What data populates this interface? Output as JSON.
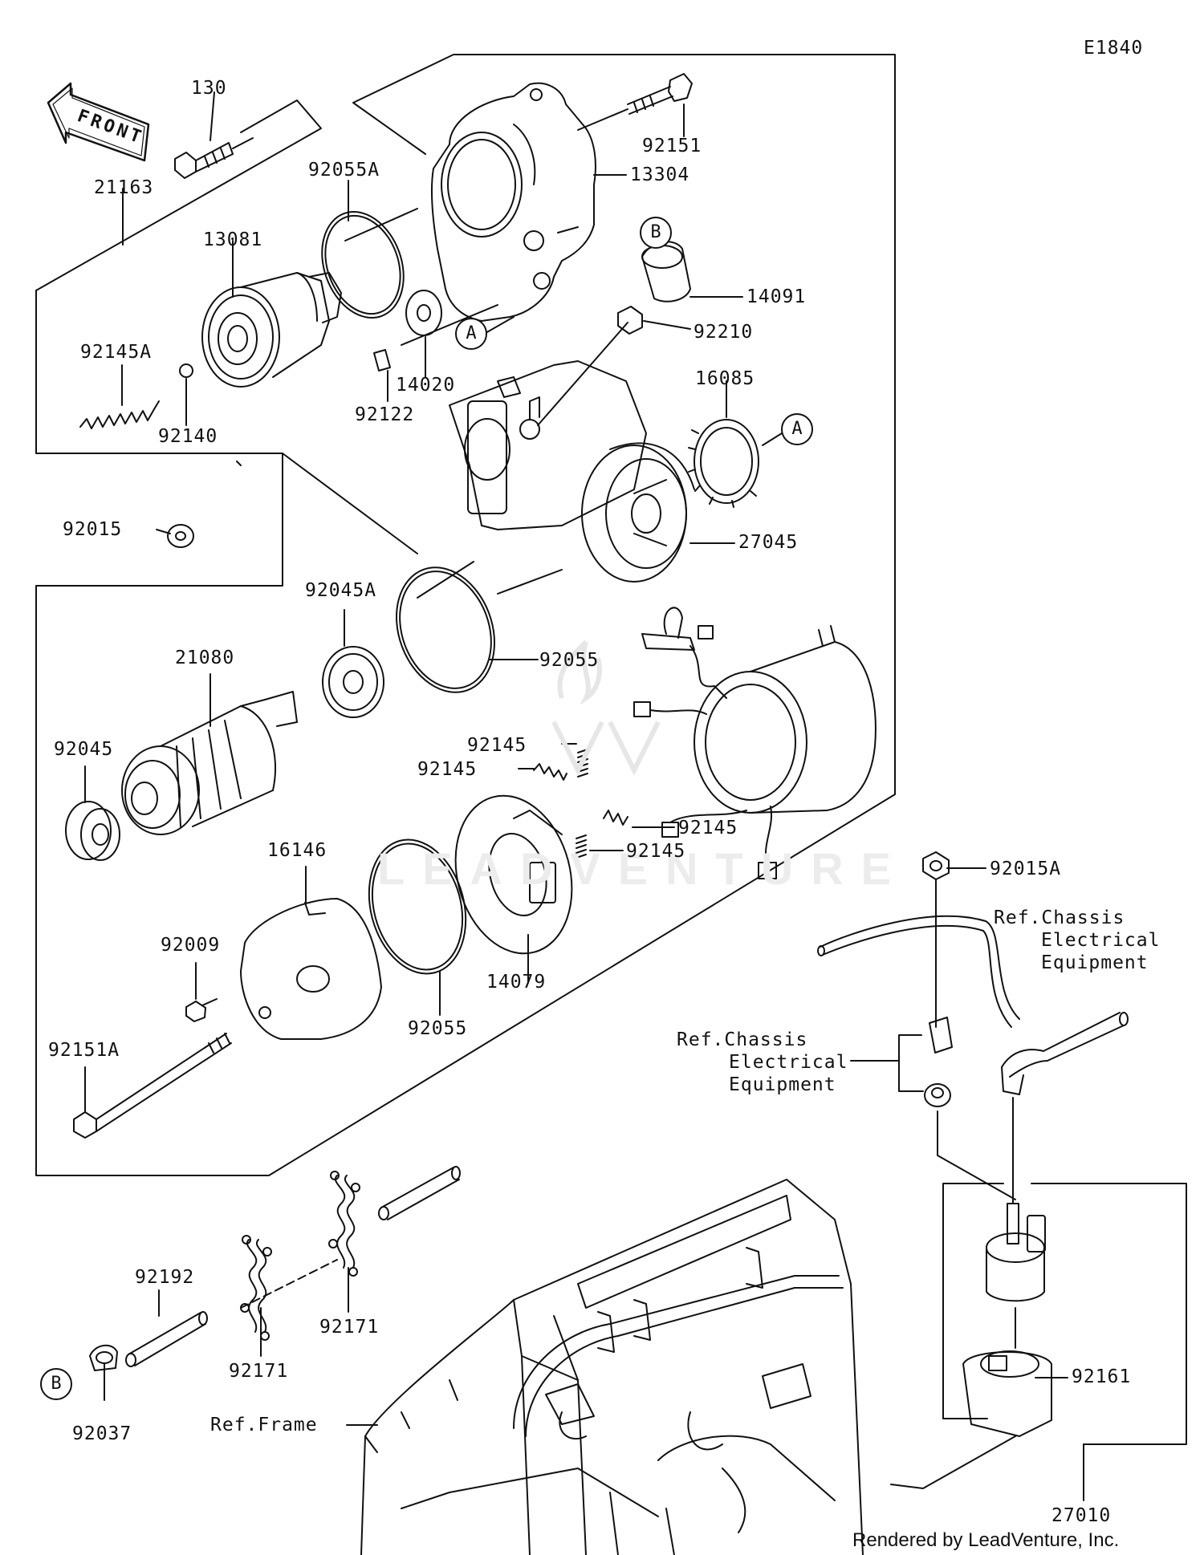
{
  "diagram_code": "E1840",
  "watermark": "LEADVENTURE",
  "front_arrow_text": "FRONT",
  "parts": {
    "p130": "130",
    "p21163": "21163",
    "p92055A": "92055A",
    "p13081": "13081",
    "p92151": "92151",
    "p13304": "13304",
    "p14091": "14091",
    "p92210": "92210",
    "p92145A": "92145A",
    "p14020": "14020",
    "p92122": "92122",
    "p16085": "16085",
    "p92140": "92140",
    "p92015": "92015",
    "p27045": "27045",
    "p92045A": "92045A",
    "p21080": "21080",
    "p92055": "92055",
    "p92045": "92045",
    "p92145": "92145",
    "p16146": "16146",
    "p92009": "92009",
    "p14079": "14079",
    "p92151A": "92151A",
    "p92015A": "92015A",
    "p92192": "92192",
    "p92171": "92171",
    "p92037": "92037",
    "p92161": "92161",
    "p27010": "27010"
  },
  "refs": {
    "chassis_line1": "Ref.Chassis",
    "chassis_line2": "Electrical",
    "chassis_line3": "Equipment",
    "frame": "Ref.Frame"
  },
  "markers": {
    "a": "A",
    "b": "B"
  },
  "footer": "Rendered by LeadVenture, Inc."
}
